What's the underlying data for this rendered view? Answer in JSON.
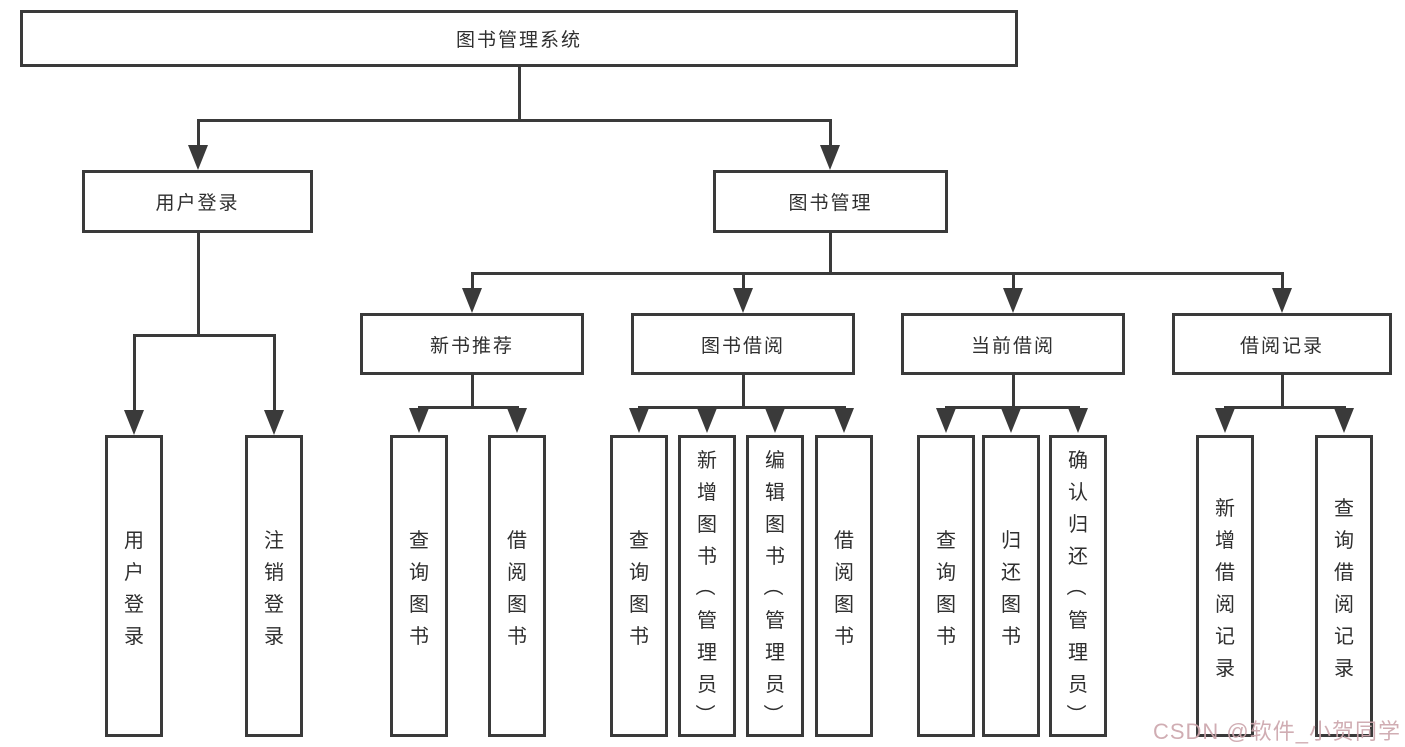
{
  "tree": {
    "label": "图书管理系统",
    "children": [
      {
        "label": "用户登录",
        "children": [
          {
            "label": "用户登录"
          },
          {
            "label": "注销登录"
          }
        ]
      },
      {
        "label": "图书管理",
        "children": [
          {
            "label": "新书推荐",
            "children": [
              {
                "label": "查询图书"
              },
              {
                "label": "借阅图书"
              }
            ]
          },
          {
            "label": "图书借阅",
            "children": [
              {
                "label": "查询图书"
              },
              {
                "label": "新增图书（管理员）"
              },
              {
                "label": "编辑图书（管理员）"
              },
              {
                "label": "借阅图书"
              }
            ]
          },
          {
            "label": "当前借阅",
            "children": [
              {
                "label": "查询图书"
              },
              {
                "label": "归还图书"
              },
              {
                "label": "确认归还（管理员）"
              }
            ]
          },
          {
            "label": "借阅记录",
            "children": [
              {
                "label": "新增借阅记录"
              },
              {
                "label": "查询借阅记录"
              }
            ]
          }
        ]
      }
    ]
  },
  "watermark": {
    "text": "CSDN @软件_小贺同学"
  },
  "colors": {
    "line": "#3a3a3a",
    "text": "#2f2f2f",
    "watermark": "#cda7ad",
    "background": "#ffffff"
  }
}
